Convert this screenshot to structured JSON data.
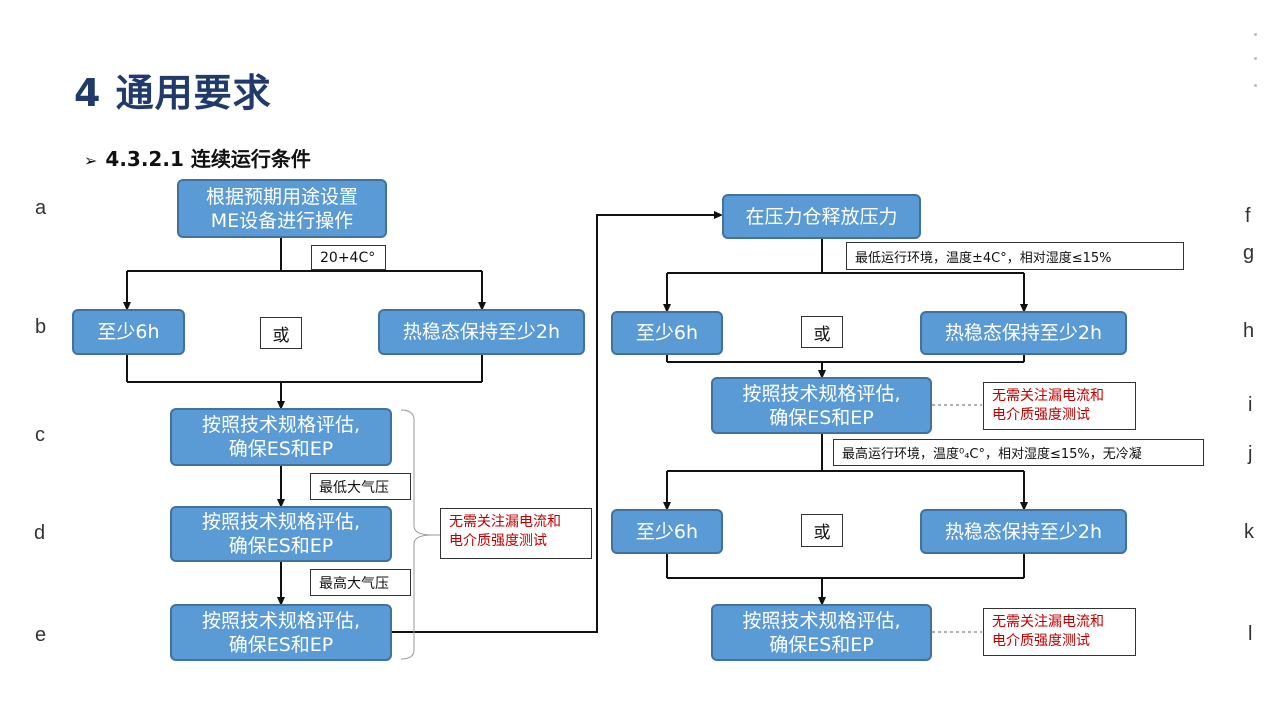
{
  "title": "4 通用要求",
  "subtitle": {
    "bullet": "➢",
    "text": "4.3.2.1 连续运行条件"
  },
  "boxes": {
    "setup": "根据预期用途设置\nME设备进行操作",
    "left_min6h": "至少6h",
    "left_thermal": "热稳态保持至少2h",
    "eval_c": "按照技术规格评估,\n确保ES和EP",
    "eval_d": "按照技术规格评估,\n确保ES和EP",
    "eval_e": "按照技术规格评估,\n确保ES和EP",
    "release": "在压力仓释放压力",
    "right_min6h_1": "至少6h",
    "right_thermal_1": "热稳态保持至少2h",
    "eval_i": "按照技术规格评估,\n确保ES和EP",
    "right_min6h_2": "至少6h",
    "right_thermal_2": "热稳态保持至少2h",
    "eval_l": "按照技术规格评估,\n确保ES和EP"
  },
  "labels": {
    "temp_a": "20+4C°",
    "or_left": "或",
    "min_pressure": "最低大气压",
    "max_pressure": "最高大气压",
    "env_min": "最低运行环境，温度±4C°，相对湿度≤15%",
    "or_right_1": "或",
    "env_max": "最高运行环境，温度⁰₄C°，相对湿度≤15%，无冷凝",
    "or_right_2": "或"
  },
  "notes": {
    "left_note": "无需关注漏电流和\n电介质强度测试",
    "note_i": "无需关注漏电流和\n电介质强度测试",
    "note_l": "无需关注漏电流和\n电介质强度测试"
  },
  "letters": {
    "a": "a",
    "b": "b",
    "c": "c",
    "d": "d",
    "e": "e",
    "f": "f",
    "g": "g",
    "h": "h",
    "i": "i",
    "j": "j",
    "k": "k",
    "l": "l"
  }
}
